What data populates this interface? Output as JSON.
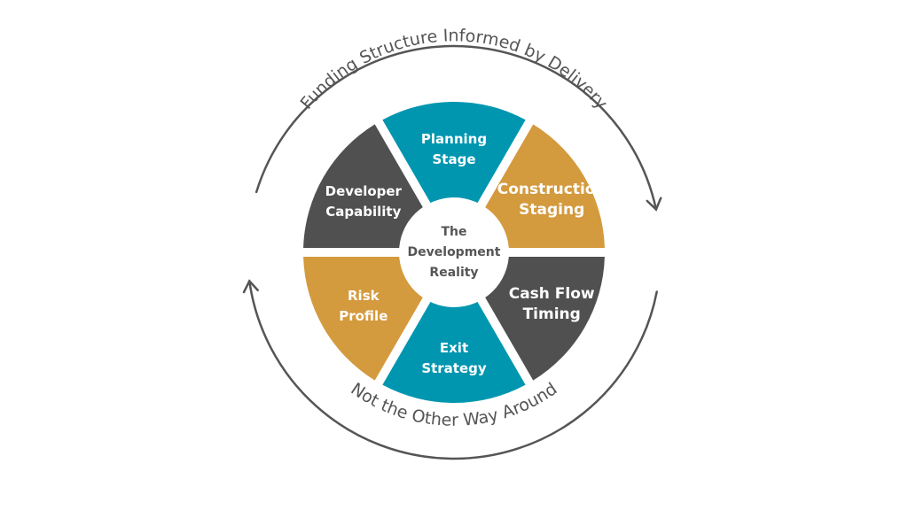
{
  "diagram": {
    "center_label": [
      "The",
      "Development",
      "Reality"
    ],
    "top_arc_text": "Funding Structure Informed by Delivery",
    "bottom_arc_text": "Not the Other Way Around",
    "colors": {
      "teal": "#0096B0",
      "gold": "#D49A3E",
      "charcoal": "#505050",
      "ring": "#555555",
      "center_text": "#555555"
    },
    "segments": [
      {
        "id": "planning-stage",
        "lines": [
          "Planning",
          "Stage"
        ],
        "color": "teal",
        "position": "top"
      },
      {
        "id": "construction-staging",
        "lines": [
          "Construction",
          "Staging"
        ],
        "color": "gold",
        "position": "upper-right"
      },
      {
        "id": "cash-flow-timing",
        "lines": [
          "Cash Flow",
          "Timing"
        ],
        "color": "charcoal",
        "position": "lower-right"
      },
      {
        "id": "exit-strategy",
        "lines": [
          "Exit",
          "Strategy"
        ],
        "color": "teal",
        "position": "bottom"
      },
      {
        "id": "risk-profile",
        "lines": [
          "Risk",
          "Profile"
        ],
        "color": "gold",
        "position": "lower-left"
      },
      {
        "id": "developer-capability",
        "lines": [
          "Developer",
          "Capability"
        ],
        "color": "charcoal",
        "position": "upper-left"
      }
    ]
  }
}
